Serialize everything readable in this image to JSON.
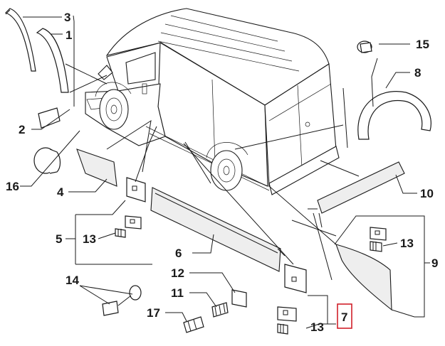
{
  "diagram": {
    "callouts": [
      {
        "id": "c3",
        "label": "3"
      },
      {
        "id": "c1",
        "label": "1"
      },
      {
        "id": "c2",
        "label": "2"
      },
      {
        "id": "c16",
        "label": "16"
      },
      {
        "id": "c4",
        "label": "4"
      },
      {
        "id": "c5",
        "label": "5"
      },
      {
        "id": "c13a",
        "label": "13"
      },
      {
        "id": "c14",
        "label": "14"
      },
      {
        "id": "c6",
        "label": "6"
      },
      {
        "id": "c12",
        "label": "12"
      },
      {
        "id": "c11",
        "label": "11"
      },
      {
        "id": "c17",
        "label": "17"
      },
      {
        "id": "c13b",
        "label": "13"
      },
      {
        "id": "c7",
        "label": "7",
        "highlighted": true,
        "highlight_color": "#d0202a"
      },
      {
        "id": "c15",
        "label": "15"
      },
      {
        "id": "c8",
        "label": "8"
      },
      {
        "id": "c10",
        "label": "10"
      },
      {
        "id": "c13c",
        "label": "13"
      },
      {
        "id": "c9",
        "label": "9"
      }
    ]
  }
}
